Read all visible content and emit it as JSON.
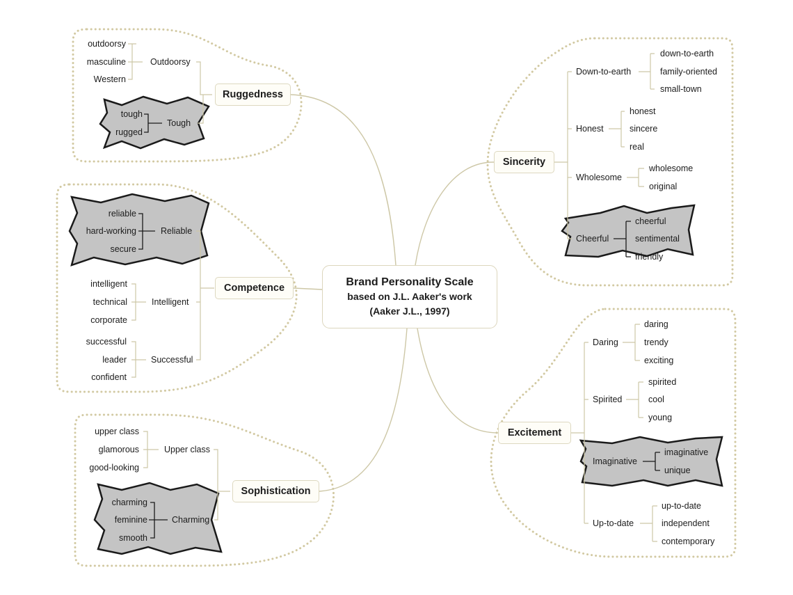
{
  "center": {
    "title": "Brand Personality Scale",
    "line2": "based on J.L. Aaker's work",
    "line3": "(Aaker J.L., 1997)"
  },
  "colors": {
    "connector": "#cdc7a6",
    "blob_outline": "#d2c9a2",
    "highlight_fill": "#c4c4c4",
    "highlight_border": "#1a1a1a"
  },
  "icons": {
    "highlight_shape": "jagged-star-badge"
  },
  "dimensions": {
    "ruggedness": {
      "label": "Ruggedness",
      "facets": [
        {
          "label": "Outdoorsy",
          "traits": [
            "outdoorsy",
            "masculine",
            "Western"
          ]
        },
        {
          "label": "Tough",
          "traits": [
            "tough",
            "rugged"
          ],
          "highlighted": true
        }
      ]
    },
    "competence": {
      "label": "Competence",
      "facets": [
        {
          "label": "Reliable",
          "traits": [
            "reliable",
            "hard-working",
            "secure"
          ],
          "highlighted": true
        },
        {
          "label": "Intelligent",
          "traits": [
            "intelligent",
            "technical",
            "corporate"
          ]
        },
        {
          "label": "Successful",
          "traits": [
            "successful",
            "leader",
            "confident"
          ]
        }
      ]
    },
    "sophistication": {
      "label": "Sophistication",
      "facets": [
        {
          "label": "Upper class",
          "traits": [
            "upper class",
            "glamorous",
            "good-looking"
          ]
        },
        {
          "label": "Charming",
          "traits": [
            "charming",
            "feminine",
            "smooth"
          ],
          "highlighted": true
        }
      ]
    },
    "sincerity": {
      "label": "Sincerity",
      "facets": [
        {
          "label": "Down-to-earth",
          "traits": [
            "down-to-earth",
            "family-oriented",
            "small-town"
          ]
        },
        {
          "label": "Honest",
          "traits": [
            "honest",
            "sincere",
            "real"
          ]
        },
        {
          "label": "Wholesome",
          "traits": [
            "wholesome",
            "original"
          ]
        },
        {
          "label": "Cheerful",
          "traits": [
            "cheerful",
            "sentimental",
            "friendly"
          ],
          "highlighted": true
        }
      ]
    },
    "excitement": {
      "label": "Excitement",
      "facets": [
        {
          "label": "Daring",
          "traits": [
            "daring",
            "trendy",
            "exciting"
          ]
        },
        {
          "label": "Spirited",
          "traits": [
            "spirited",
            "cool",
            "young"
          ]
        },
        {
          "label": "Imaginative",
          "traits": [
            "imaginative",
            "unique"
          ],
          "highlighted": true
        },
        {
          "label": "Up-to-date",
          "traits": [
            "up-to-date",
            "independent",
            "contemporary"
          ]
        }
      ]
    }
  }
}
